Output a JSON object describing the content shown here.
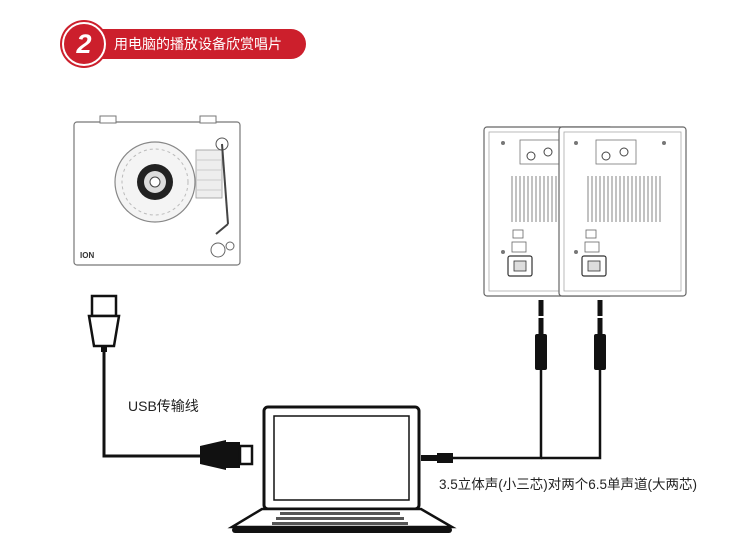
{
  "step": {
    "number": "2",
    "title": "用电脑的播放设备欣赏唱片"
  },
  "labels": {
    "usb_cable": "USB传输线",
    "audio_cable": "3.5立体声(小三芯)对两个6.5单声道(大两芯)"
  },
  "turntable": {
    "brand": "ION"
  },
  "colors": {
    "accent": "#cc1f2c",
    "line": "#111111",
    "outline": "#555555"
  }
}
